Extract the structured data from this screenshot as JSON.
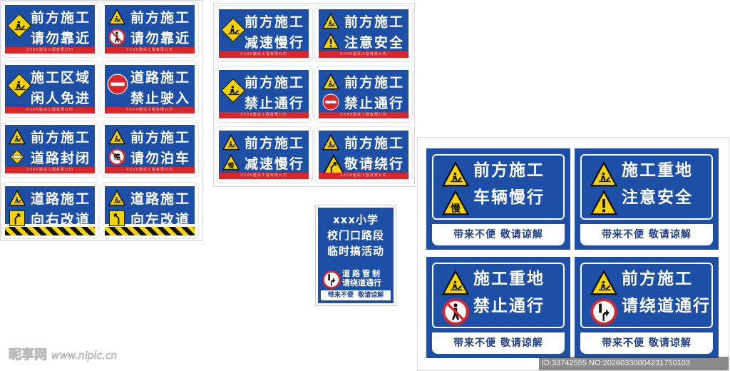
{
  "company": "XXXX建设工程有限公司",
  "colors": {
    "sign_blue": "#1d4fa6",
    "stripe_red": "#d8262b",
    "warning_yellow": "#f4d300"
  },
  "left_signs": [
    {
      "lines": [
        "前方施工",
        "请勿靠近"
      ],
      "icons": [
        "diamond-worker"
      ]
    },
    {
      "lines": [
        "前方施工",
        "请勿靠近"
      ],
      "icons": [
        "triangle-worker",
        "no-pedestrian"
      ]
    },
    {
      "lines": [
        "施工区域",
        "闲人免进"
      ],
      "icons": [
        "diamond-worker"
      ]
    },
    {
      "lines": [
        "道路施工",
        "禁止驶入"
      ],
      "icons": [
        "no-entry"
      ]
    },
    {
      "lines": [
        "前方施工",
        "道路封闭"
      ],
      "icons": [
        "triangle-worker",
        "road-closed"
      ]
    },
    {
      "lines": [
        "前方施工",
        "请勿泊车"
      ],
      "icons": [
        "triangle-worker",
        "no-parking"
      ]
    },
    {
      "lines": [
        "道路施工",
        "向右改道"
      ],
      "icons": [
        "triangle-worker",
        "detour-right"
      ],
      "chevron": true
    },
    {
      "lines": [
        "道路施工",
        "向左改道"
      ],
      "icons": [
        "triangle-worker",
        "detour-left"
      ],
      "chevron": true
    }
  ],
  "middle_signs": [
    {
      "lines": [
        "前方施工",
        "减速慢行"
      ],
      "icons": [
        "diamond-worker"
      ]
    },
    {
      "lines": [
        "前方施工",
        "注意安全"
      ],
      "icons": [
        "triangle-worker",
        "exclamation-triangle"
      ]
    },
    {
      "lines": [
        "前方施工",
        "禁止通行"
      ],
      "icons": [
        "diamond-worker"
      ]
    },
    {
      "lines": [
        "前方施工",
        "禁止通行"
      ],
      "icons": [
        "triangle-worker",
        "no-entry"
      ]
    },
    {
      "lines": [
        "前方施工",
        "减速慢行"
      ],
      "icons": [
        "triangle-worker",
        "slow-triangle"
      ]
    },
    {
      "lines": [
        "前方施工",
        "敬请绕行"
      ],
      "icons": [
        "triangle-worker",
        "detour-triangle"
      ]
    }
  ],
  "school_sign": {
    "lines": [
      "xxx小学",
      "校门口路段",
      "临时搞活动"
    ],
    "sub": [
      "道路管制",
      "请绕道通行"
    ],
    "footer": "带来不便  敬请谅解",
    "icon": "detour-circle"
  },
  "big_signs": [
    {
      "lines": [
        "前方施工",
        "车辆慢行"
      ],
      "icons": [
        "triangle-worker",
        "slow-triangle"
      ],
      "footer": "带来不便 敬请谅解"
    },
    {
      "lines": [
        "施工重地",
        "注意安全"
      ],
      "icons": [
        "triangle-worker",
        "exclamation-triangle"
      ],
      "footer": "带来不便 敬请谅解"
    },
    {
      "lines": [
        "施工重地",
        "禁止通行"
      ],
      "icons": [
        "triangle-worker",
        "no-pedestrian"
      ],
      "footer": "带来不便 敬请谅解"
    },
    {
      "lines": [
        "前方施工",
        "请绕道通行"
      ],
      "icons": [
        "triangle-worker",
        "detour-circle"
      ],
      "footer": "带来不便 敬请谅解"
    }
  ],
  "watermark": {
    "logo": "昵享网",
    "url": "www.nipic.cn"
  },
  "image_id": "ID:33742555 NO:20260330004231750103"
}
